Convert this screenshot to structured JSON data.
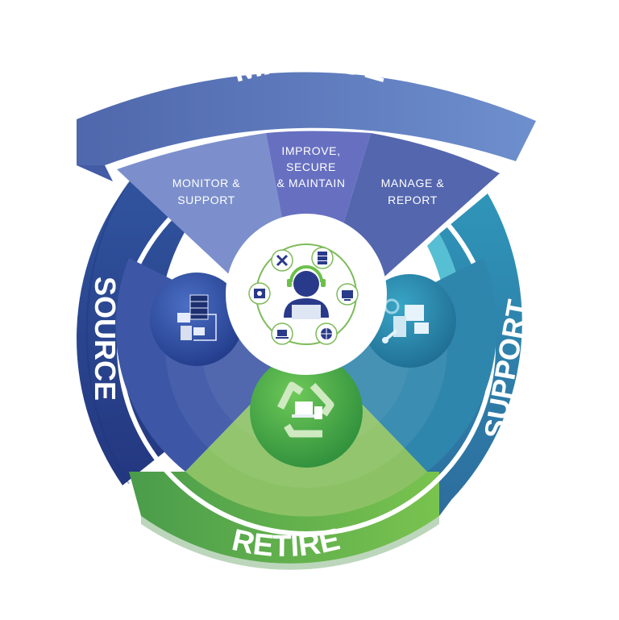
{
  "labels": {
    "manage": "MANAGE",
    "source": "SOURCE",
    "support": "SUPPORT",
    "retire": "RETIRE"
  },
  "wedges": {
    "monitor": {
      "line1": "MONITOR &",
      "line2": "SUPPORT"
    },
    "improve": {
      "line1": "IMPROVE,",
      "line2": "SECURE",
      "line3": "& MAINTAIN"
    },
    "report": {
      "line1": "MANAGE &",
      "line2": "REPORT"
    }
  },
  "icons": {
    "center": "support-agent-icon",
    "hub_items": [
      "tools-icon",
      "server-icon",
      "monitor-check-icon",
      "globe-shield-icon",
      "laptop-icon",
      "gear-screen-icon"
    ],
    "source": "server-hardware-icon",
    "support": "repair-devices-icon",
    "retire": "recycle-devices-icon"
  },
  "colors": {
    "manage": "#5b74b6",
    "source": "#2c4898",
    "support": "#2f86ad",
    "retire": "#5db247",
    "accent_green": "#8cc265"
  }
}
